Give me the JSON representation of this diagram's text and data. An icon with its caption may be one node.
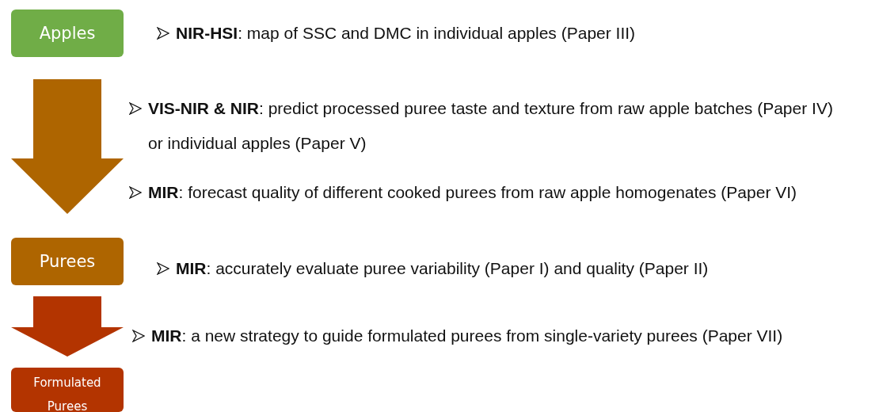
{
  "diagram": {
    "nodes": [
      {
        "text": [
          "Apples"
        ],
        "beside": [
          "**NIR-HSI**: map of SSC and DMC in individual apples (Paper III)"
        ]
      },
      {
        "text": [
          "Purees"
        ],
        "beside": [
          "**MIR**: accurately evaluate puree variability (Paper I) and quality (Paper II)"
        ]
      },
      {
        "text": [
          "Formulated Purees"
        ]
      }
    ],
    "edges": [
      {
        "from": 0,
        "to": 1,
        "arrow": "to",
        "style": "thick",
        "color": "#ae6500"
      },
      {
        "from": 1,
        "to": 2,
        "arrow": "to",
        "style": "thick",
        "color": "#b33400"
      }
    ],
    "labels": [
      "**VIS-NIR & NIR**: predict processed puree taste and texture from raw apple batches (Paper IV) or individual apples (Paper V)",
      "**MIR**: forecast quality of different cooked purees from raw apple homogenates (Paper VI)",
      "**MIR**: a new strategy to guide formulated purees from single-variety purees (Paper VII)"
    ]
  }
}
